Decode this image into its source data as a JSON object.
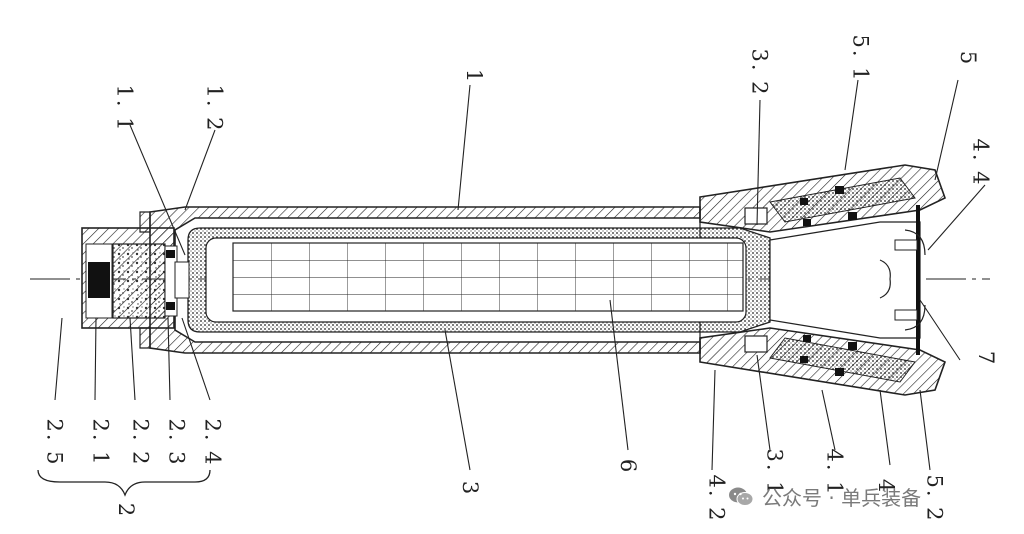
{
  "labels": {
    "l1": "1",
    "l1_1": "1. 1",
    "l1_2": "1. 2",
    "l2": "2",
    "l2_1": "2. 1",
    "l2_2": "2. 2",
    "l2_3": "2. 3",
    "l2_4": "2. 4",
    "l2_5": "2. 5",
    "l3": "3",
    "l3_1": "3. 1",
    "l3_2": "3. 2",
    "l4": "4",
    "l4_1": "4. 1",
    "l4_2": "4. 2",
    "l4_4": "4. 4",
    "l5": "5",
    "l5_1": "5. 1",
    "l5_2": "5. 2",
    "l6": "6",
    "l7": "7"
  },
  "watermark": {
    "text": "公众号 · 单兵装备",
    "logo_icon": "wechat-icon"
  },
  "colors": {
    "line": "#1a1a1a",
    "background": "#ffffff",
    "watermark": "#7a7a7a"
  }
}
